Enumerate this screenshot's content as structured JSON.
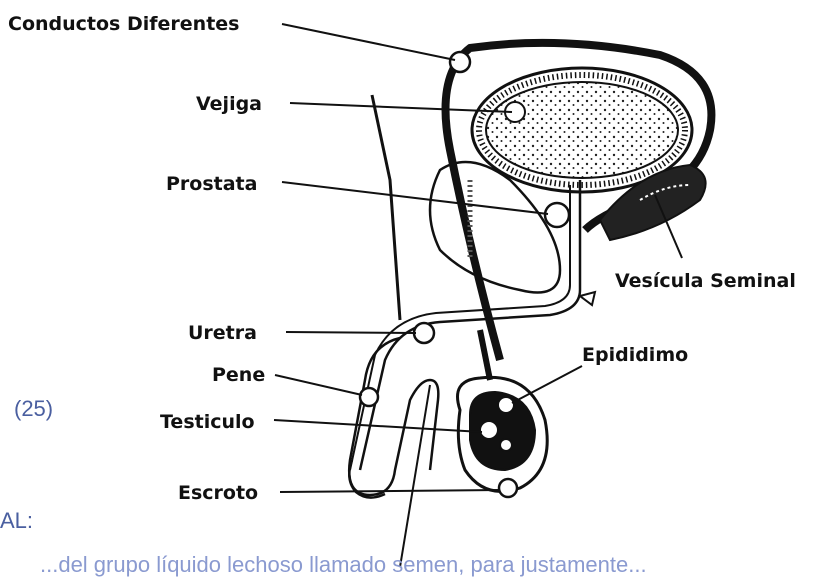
{
  "labels": {
    "conductos": "Conductos Diferentes",
    "vejiga": "Vejiga",
    "prostata": "Prostata",
    "vesicula": "Vesícula Seminal",
    "uretra": "Uretra",
    "epididimo": "Epididimo",
    "pene": "Pene",
    "testiculo": "Testiculo",
    "escroto": "Escroto"
  },
  "underlying_text": {
    "number": "(25)",
    "heading_fragment": "AL:",
    "bottom_line": "...del grupo líquido lechoso llamado semen, para justamente..."
  },
  "colors": {
    "ink": "#111111",
    "underlying_text": "#4a5fa0"
  }
}
